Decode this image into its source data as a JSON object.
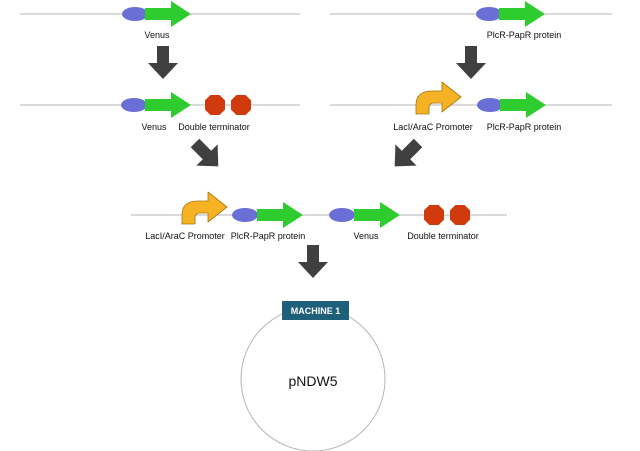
{
  "colors": {
    "backbone": "#b5b5b5",
    "rbs": "#6a6fd6",
    "cds": "#2ecc2e",
    "terminator": "#d13a0c",
    "promoter": "#f4b224",
    "step_arrow": "#404040",
    "machine_tag": "#1e5f7a"
  },
  "icons": {
    "rbs": "ellipse",
    "cds": "arrow",
    "terminator": "octagon",
    "promoter": "bent-arrow",
    "step": "block-arrow"
  },
  "top_left": {
    "venus_label": "Venus"
  },
  "top_right": {
    "cds_label": "PlcR-PapR protein"
  },
  "mid_left": {
    "venus_label": "Venus",
    "terminator_label": "Double terminator"
  },
  "mid_right": {
    "promoter_label": "LacI/AraC Promoter",
    "cds_label": "PlcR-PapR protein"
  },
  "combined": {
    "promoter_label": "LacI/AraC Promoter",
    "plcr_label": "PlcR-PapR protein",
    "venus_label": "Venus",
    "terminator_label": "Double terminator"
  },
  "machine": {
    "label": "MACHINE 1"
  },
  "plasmid": {
    "label": "pNDW5"
  }
}
